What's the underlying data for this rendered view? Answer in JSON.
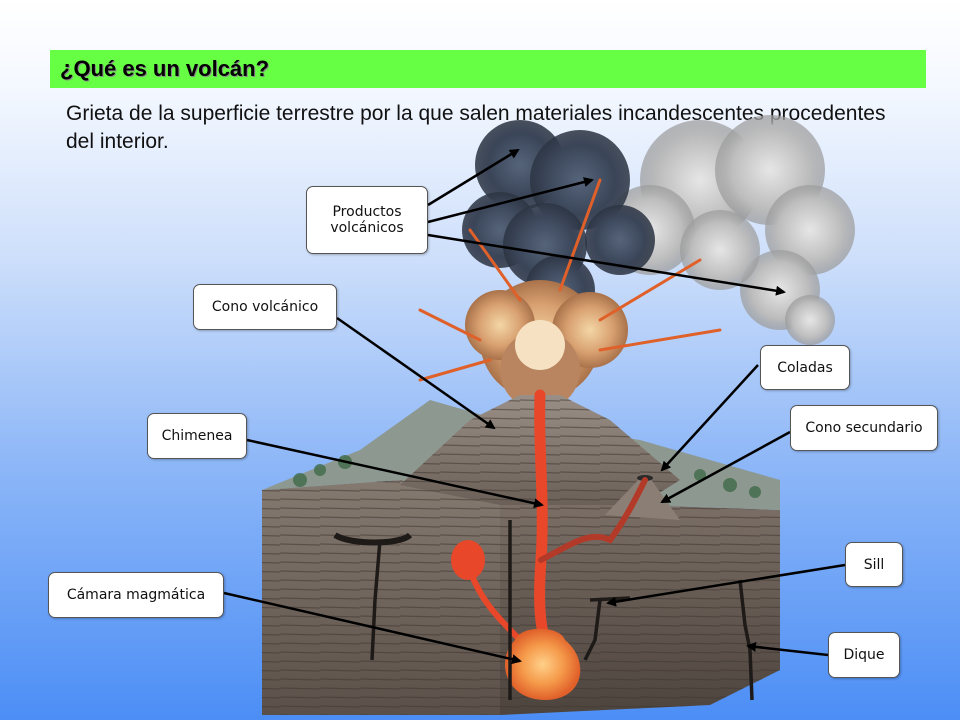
{
  "header": {
    "title": "¿Qué es un volcán?"
  },
  "definition": "Grieta de la superficie terrestre por la que salen materiales incandescentes procedentes del interior.",
  "labels": {
    "productos_line1": "Productos",
    "productos_line2": "volcánicos",
    "cono_volcanico": "Cono volcánico",
    "coladas": "Coladas",
    "chimenea": "Chimenea",
    "cono_secundario": "Cono secundario",
    "sill": "Sill",
    "camara_magmatica": "Cámara magmática",
    "dique": "Dique"
  },
  "colors": {
    "title_bar": "#66ff44",
    "magma": "#e8472a",
    "ground": "#6e625a",
    "smoke_dark": "#3e4a5c",
    "smoke_light": "#c8c8c8"
  }
}
